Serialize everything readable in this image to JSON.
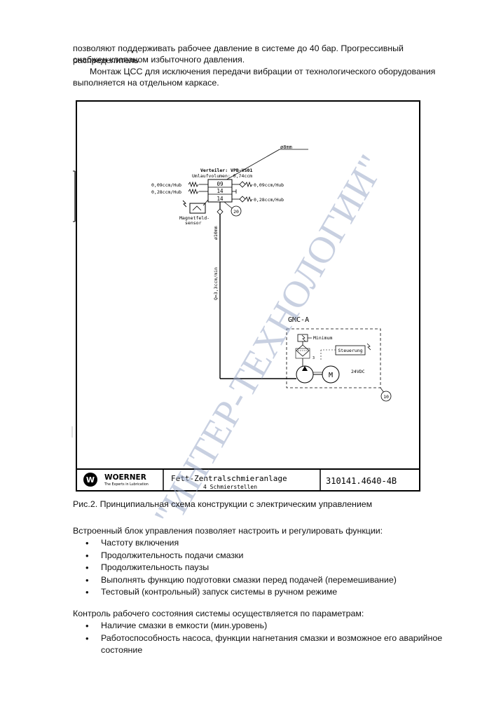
{
  "intro": {
    "line1": "позволяют поддерживать рабочее давление в системе до 40 бар. Прогрессивный распределитель",
    "line2": "снабжен клапаном избыточного давления.",
    "para2_line1": "Монтаж ЦСС для исключения передачи вибрации от технологического оборудования",
    "para2_line2": "выполняется на отдельном каркасе."
  },
  "diagram": {
    "pipe_label": "ø8mm",
    "verteiler_label": "Verteiler: VPB-VS01",
    "umlauf_label": "Umlaufvolumen: 0,74ccm",
    "outputs": {
      "left_top": "0,09ccm/Hub",
      "left_bottom": "0,28ccm/Hub",
      "right_top": "0,09ccm/Hub",
      "right_bottom": "0,28ccm/Hub"
    },
    "block_values": [
      "09",
      "14",
      "14"
    ],
    "sensor_label_1": "Magnetfeld-",
    "sensor_label_2": "sensor",
    "tag_20": "20",
    "tag_10": "10",
    "main_pipe_label": "ø10mm",
    "flow_label": "Q=3,3ccm/min",
    "gmc_title": "GMC-A",
    "minimum_label": "Minimum",
    "steuerung_label": "Steuerung",
    "motor_label": "M",
    "voltage_label": "24VDC",
    "title_block": {
      "company": "WOERNER",
      "tagline": "The Experts in Lubrication",
      "title": "Fett-Zentralschmieranlage",
      "subtitle": "4 Schmierstellen",
      "drawing_number": "310141.4640-4B"
    },
    "watermark": "\"ИНТЕР-ТЕХНОЛОГИИ\""
  },
  "caption": "Рис.2. Принципиальная схема конструкции с электрическим управлением",
  "section1": {
    "heading": "Встроенный блок управления позволяет настроить и регулировать функции:",
    "items": [
      "Частоту включения",
      "Продолжительность подачи смазки",
      "Продолжительность паузы",
      "Выполнять функцию подготовки смазки перед подачей (перемешивание)",
      "Тестовый (контрольный) запуск системы в ручном режиме"
    ]
  },
  "section2": {
    "heading": "Контроль рабочего состояния системы осуществляется по параметрам:",
    "items": [
      "Наличие смазки в емкости (мин.уровень)",
      "Работоспособность насоса, функции нагнетания смазки и возможное его аварийное",
      "состояние"
    ]
  }
}
